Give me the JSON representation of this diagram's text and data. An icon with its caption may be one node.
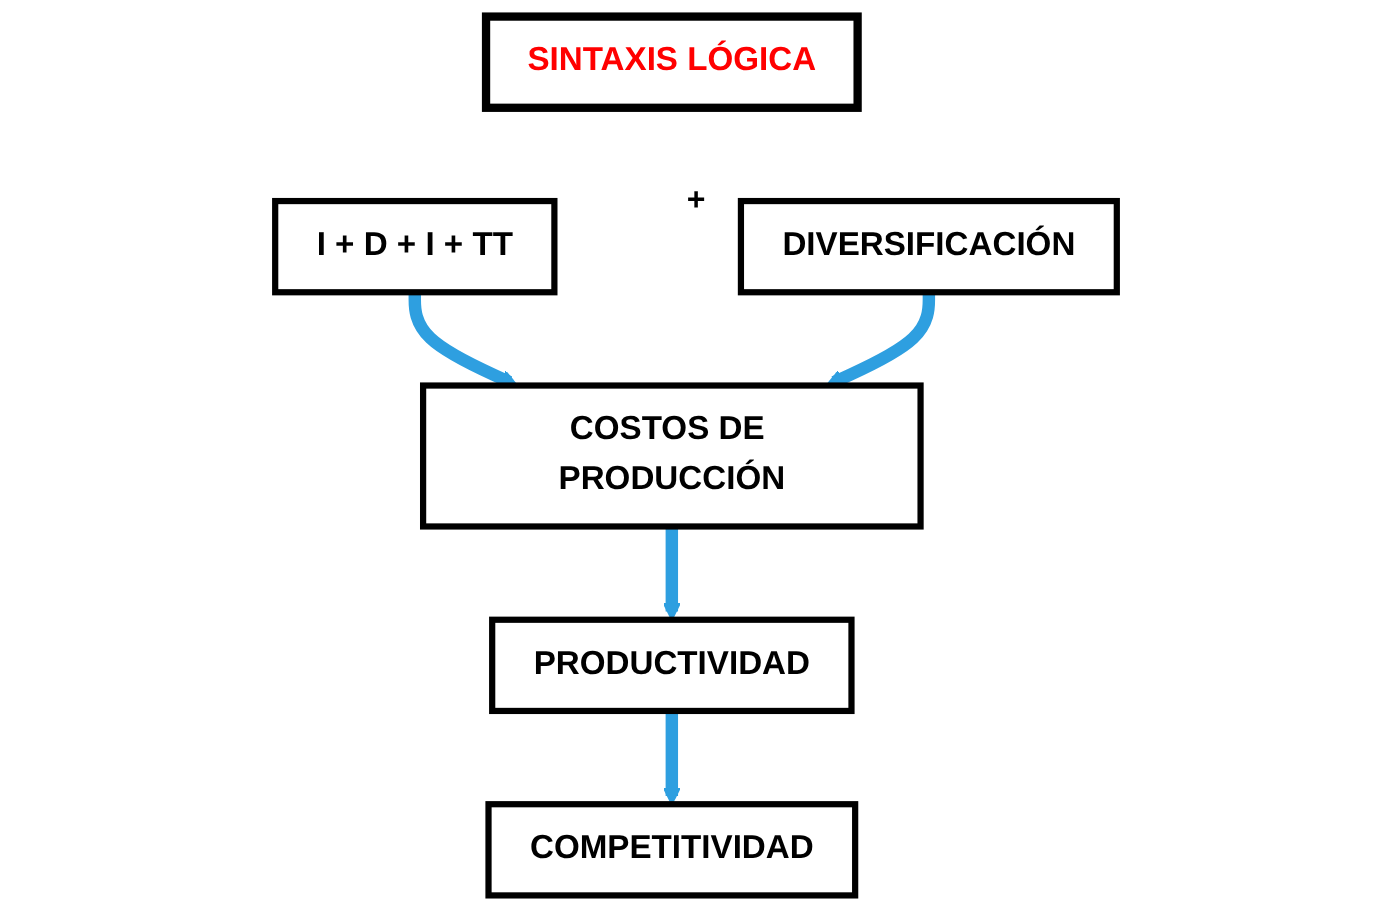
{
  "diagram": {
    "nodes": [
      {
        "text": [
          "SINTAXIS LÓGICA"
        ]
      },
      {
        "text": [
          "I + D + I + TT"
        ]
      },
      {
        "text": [
          "DIVERSIFICACIÓN"
        ]
      },
      {
        "text": [
          "COSTOS DE PRODUCCIÓN"
        ]
      },
      {
        "text": [
          "PRODUCTIVIDAD"
        ]
      },
      {
        "text": [
          "COMPETITIVIDAD"
        ]
      }
    ],
    "edges": [
      {
        "from": 1,
        "to": 3,
        "arrow": "to"
      },
      {
        "from": 2,
        "to": 3,
        "arrow": "to"
      },
      {
        "from": 3,
        "to": 4,
        "arrow": "to"
      },
      {
        "from": 4,
        "to": 5,
        "arrow": "to"
      }
    ],
    "labels": [
      "+"
    ]
  }
}
